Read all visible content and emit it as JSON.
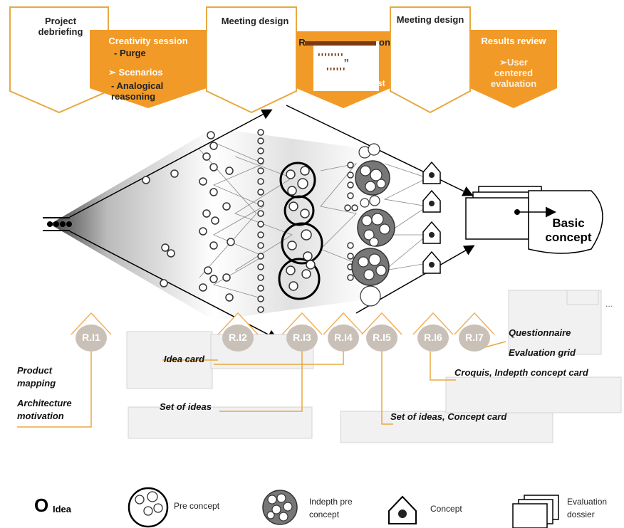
{
  "phases": [
    {
      "id": "p1",
      "title": "Project debriefing",
      "style": "white"
    },
    {
      "id": "p2",
      "title": "Creativity session",
      "items": [
        "- Purge",
        "➢ Scenarios",
        "- Analogical reasoning"
      ],
      "style": "orange"
    },
    {
      "id": "p3",
      "title": "Meeting design",
      "style": "white"
    },
    {
      "id": "p4",
      "title_partial": "R",
      "title_tail": "on",
      "sub_tail": "st",
      "dots1": "''''''''„",
      "dots2": "''''''",
      "style": "orange"
    },
    {
      "id": "p5",
      "title": "Meeting design",
      "style": "white"
    },
    {
      "id": "p6",
      "title": "Results review",
      "items": [
        "➢User centered evaluation"
      ],
      "style": "orange"
    }
  ],
  "basic_concept": "Basic concept",
  "ri_markers": [
    "R.I1",
    "R.I2",
    "R.I3",
    "R.I4",
    "R.I5",
    "R.I6",
    "R.I7"
  ],
  "notes": {
    "product_mapping": "Product mapping",
    "architecture_motivation": "Architecture motivation",
    "idea_card": "Idea card",
    "set_of_ideas": "Set of ideas",
    "set_of_ideas_concept_card": "Set of ideas, Concept card",
    "croquis": "Croquis, Indepth concept card",
    "questionnaire": "Questionnaire",
    "evaluation_grid": "Evaluation grid",
    "ellipsis": "..."
  },
  "legend": {
    "idea_symbol": "O",
    "idea": "Idea",
    "pre_concept": "Pre concept",
    "indepth_pre_concept": "Indepth pre concept",
    "concept": "Concept",
    "evaluation_dossier": "Evaluation dossier"
  },
  "colors": {
    "orange": "#f29a28",
    "ri_fill": "#c9c1b8",
    "ri_outline": "#f0b060",
    "line_orange": "#e8a840",
    "gray": "#999999"
  }
}
